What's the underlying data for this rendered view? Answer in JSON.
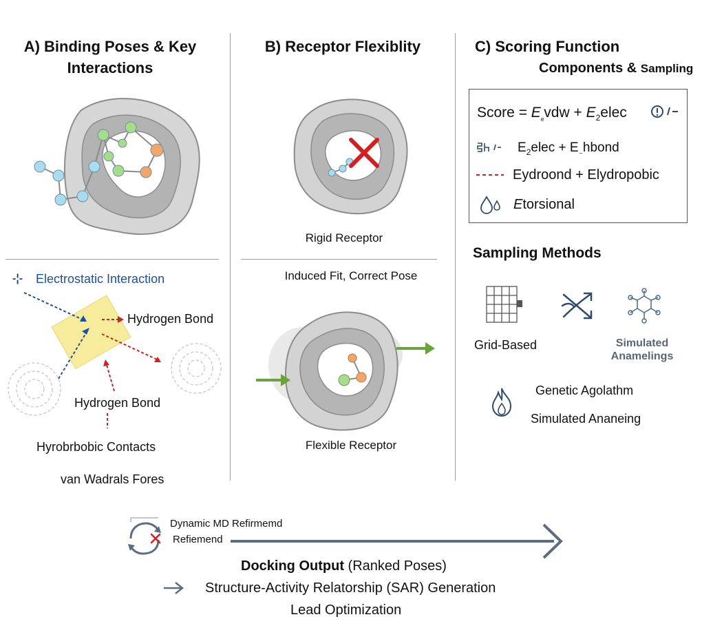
{
  "panels": {
    "a": {
      "title_line1": "A) Binding Poses & Key",
      "title_line2": "Interactions",
      "labels": {
        "electrostatic": "Electrostatic Interaction",
        "hbond_1": "Hydrogen Bond",
        "hbond_2": "Hydrogen Bond",
        "hydrophobic": "Hyrobrbobic Contacts",
        "vdw": "van Wadrals Fores"
      }
    },
    "b": {
      "title": "B) Receptor Flexiblity",
      "rigid_label": "Rigid Receptor",
      "induced_label": "Induced Fit, Correct Pose",
      "flexible_label": "Flexible Receptor"
    },
    "c": {
      "title_line1": "C) Scoring Function",
      "title_line2a": "Components &",
      "title_line2b": "Sampling",
      "score_box": {
        "line1_prefix": "Score = ",
        "line1_term1_main": "E",
        "line1_term1_sub": "ₑ",
        "line1_term1_rest": "vdw",
        "line1_plus": " + ",
        "line1_term2_main": "E",
        "line1_term2_sub": "2",
        "line1_term2_rest": "elec",
        "line2_main": "E",
        "line2_sub": "2",
        "line2_rest": "elec + E",
        "line2_sub2": "₋",
        "line2_end": "hbond",
        "line3": "Eydroond + Elydropobic",
        "line4_main": "E",
        "line4_rest": "torsional"
      },
      "sampling_title": "Sampling Methods",
      "methods": {
        "grid": "Grid-Based",
        "simulated_line1": "Simulated",
        "simulated_line2": "Anamelings",
        "genetic": "Genetic Agolathm",
        "annealing": "Simulated Ananeing"
      }
    }
  },
  "bottom": {
    "md_line1": "Dynamic MD Refirmemd",
    "md_line2": "Refiemend",
    "output_bold": "Docking Output",
    "output_rest": " (Ranked Poses)",
    "sar": "Structure-Activity Relatorship (SAR) Generation",
    "lead": "Lead Optimization"
  },
  "colors": {
    "blue_dash": "#1f4e9c",
    "red_dash": "#d21f1f",
    "green_arrow": "#6aa33c",
    "arrow_gray": "#5b6e80",
    "atom_blue": "#a8dcef",
    "atom_green": "#a6dc8a",
    "atom_orange": "#f2a66b",
    "protein_gray": "#c9c9c9"
  }
}
